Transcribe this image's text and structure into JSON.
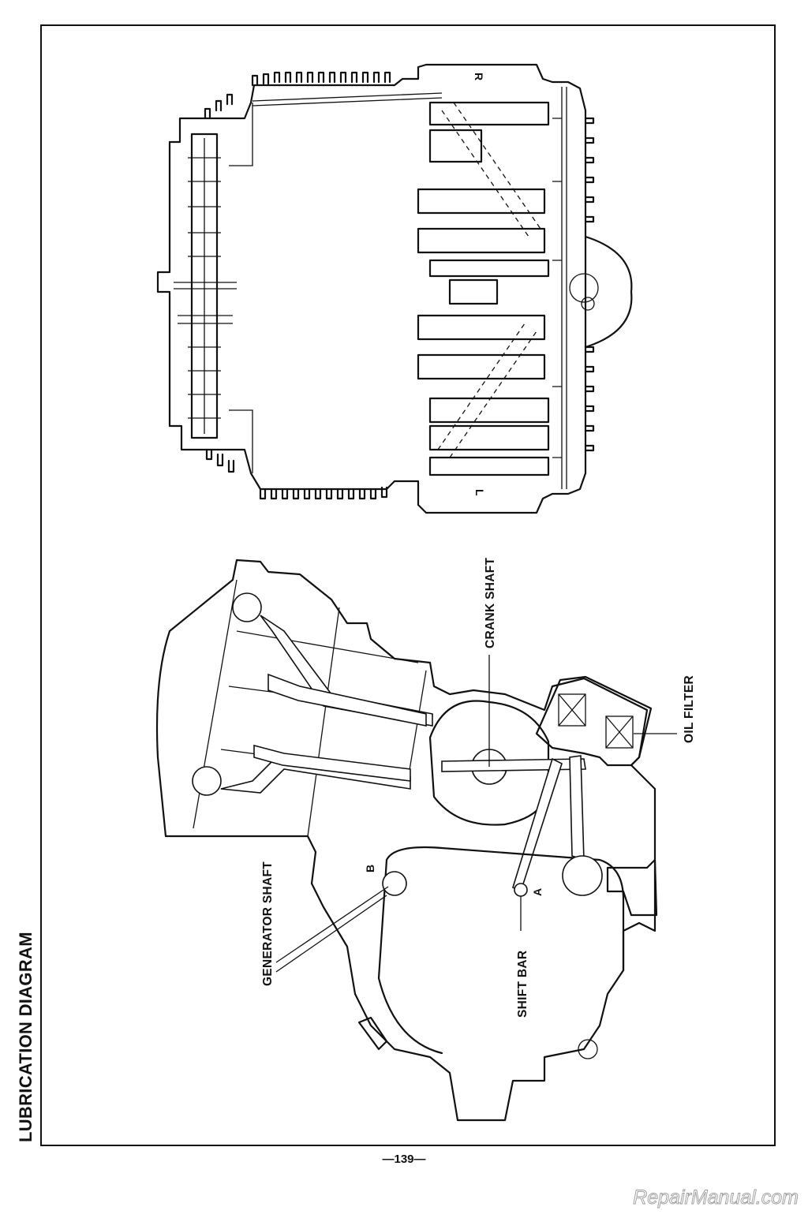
{
  "title": "LUBRICATION DIAGRAM",
  "labels": {
    "crank_shaft": "CRANK SHAFT",
    "oil_filter": "OIL FILTER",
    "generator_shaft": "GENERATOR SHAFT",
    "shift_bar": "SHIFT BAR",
    "point_a": "A",
    "point_b": "B",
    "right_side": "R",
    "left_side": "L"
  },
  "page_number": "—139—",
  "watermark": "RepairManual.com"
}
